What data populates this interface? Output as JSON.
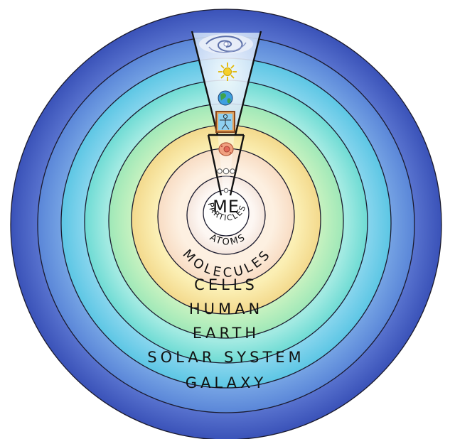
{
  "diagram": {
    "center_label": "ME",
    "levels": [
      {
        "id": "particles",
        "label": "PARTICLES",
        "color": "#fbf7f4"
      },
      {
        "id": "atoms",
        "label": "ATOMS",
        "color": "#f8eadf"
      },
      {
        "id": "molecules",
        "label": "MOLECULES",
        "color": "#fbe3c9"
      },
      {
        "id": "cells",
        "label": "CELLS",
        "color": "#f6e5a6"
      },
      {
        "id": "human",
        "label": "HUMAN",
        "color": "#c6f0b8"
      },
      {
        "id": "earth",
        "label": "EARTH",
        "color": "#8ee6d2"
      },
      {
        "id": "solar-system",
        "label": "SOLAR SYSTEM",
        "color": "#62cfdf"
      },
      {
        "id": "galaxy",
        "label": "GALAXY",
        "color": "#5c86d6"
      }
    ],
    "icons": [
      "galaxy-spiral-icon",
      "sun-icon",
      "earth-globe-icon",
      "human-figure-icon",
      "cell-icon",
      "molecule-icon",
      "atom-icon"
    ],
    "colors": {
      "outline": "#111111",
      "outer_rim": "#4a63c9",
      "ink": "#121212"
    }
  }
}
